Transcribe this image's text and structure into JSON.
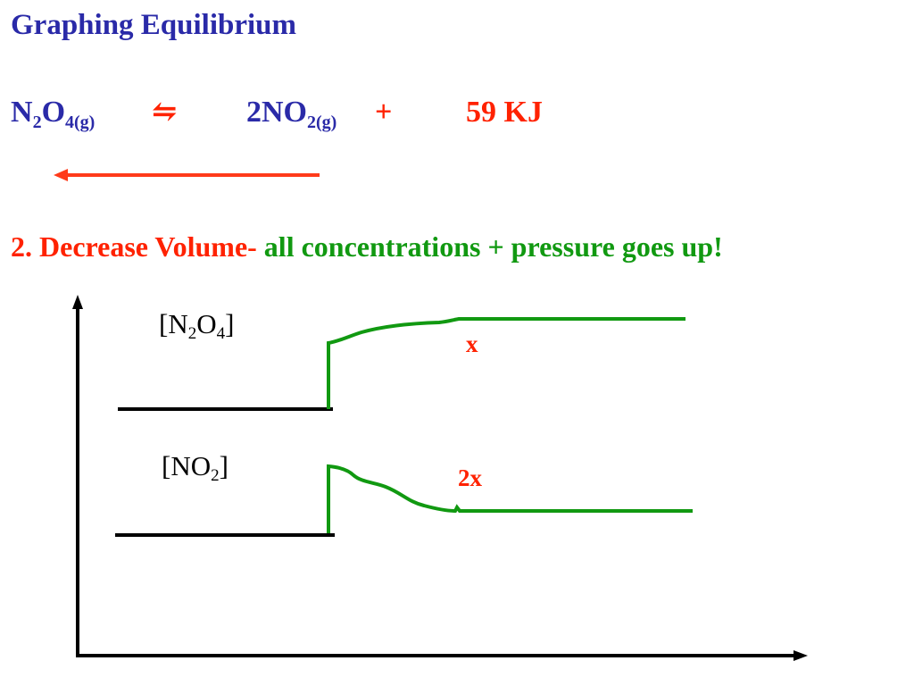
{
  "title": "Graphing Equilibrium",
  "equation": {
    "reactant": "N",
    "reactant_sub1": "2",
    "reactant_o": "O",
    "reactant_sub2": "4(g)",
    "arrow": "⇋",
    "product": "2NO",
    "product_sub": "2(g)",
    "plus": "+",
    "energy": "59 KJ"
  },
  "shift_direction": "left",
  "statement": {
    "part1": "2. Decrease Volume-",
    "part2": " all concentrations + pressure goes up!"
  },
  "graph": {
    "n2o4_label": {
      "open": "[N",
      "sub1": "2",
      "o": "O",
      "sub2": "4",
      "close": "]"
    },
    "no2_label": {
      "open": "[NO",
      "sub": "2",
      "close": "]"
    },
    "n2o4_ratio": "x",
    "no2_ratio": "2x"
  },
  "colors": {
    "title": "#2a2aa8",
    "red": "#ff2200",
    "green": "#119911",
    "axis": "#000000"
  }
}
